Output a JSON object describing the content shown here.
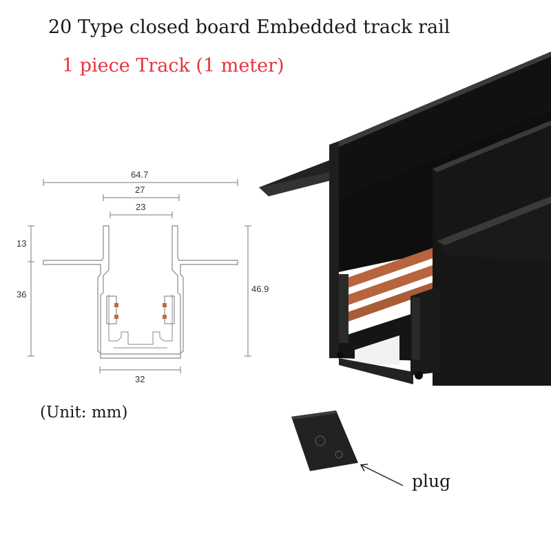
{
  "title": "20 Type closed board Embedded track rail",
  "subtitle": "1 piece Track (1 meter)",
  "colors": {
    "subtitle": "#e8323c",
    "text": "#1a1a1a",
    "rail": "#1b1b1b",
    "copper": "#b8643c"
  },
  "drawing": {
    "dimensions": {
      "total_width": "64.7",
      "outer_channel": "27",
      "inner_channel": "23",
      "flange_height": "13",
      "channel_depth": "36",
      "total_height": "46.9",
      "bottom_width": "32"
    }
  },
  "unit_label": "(Unit: mm)",
  "plug_label": "plug"
}
